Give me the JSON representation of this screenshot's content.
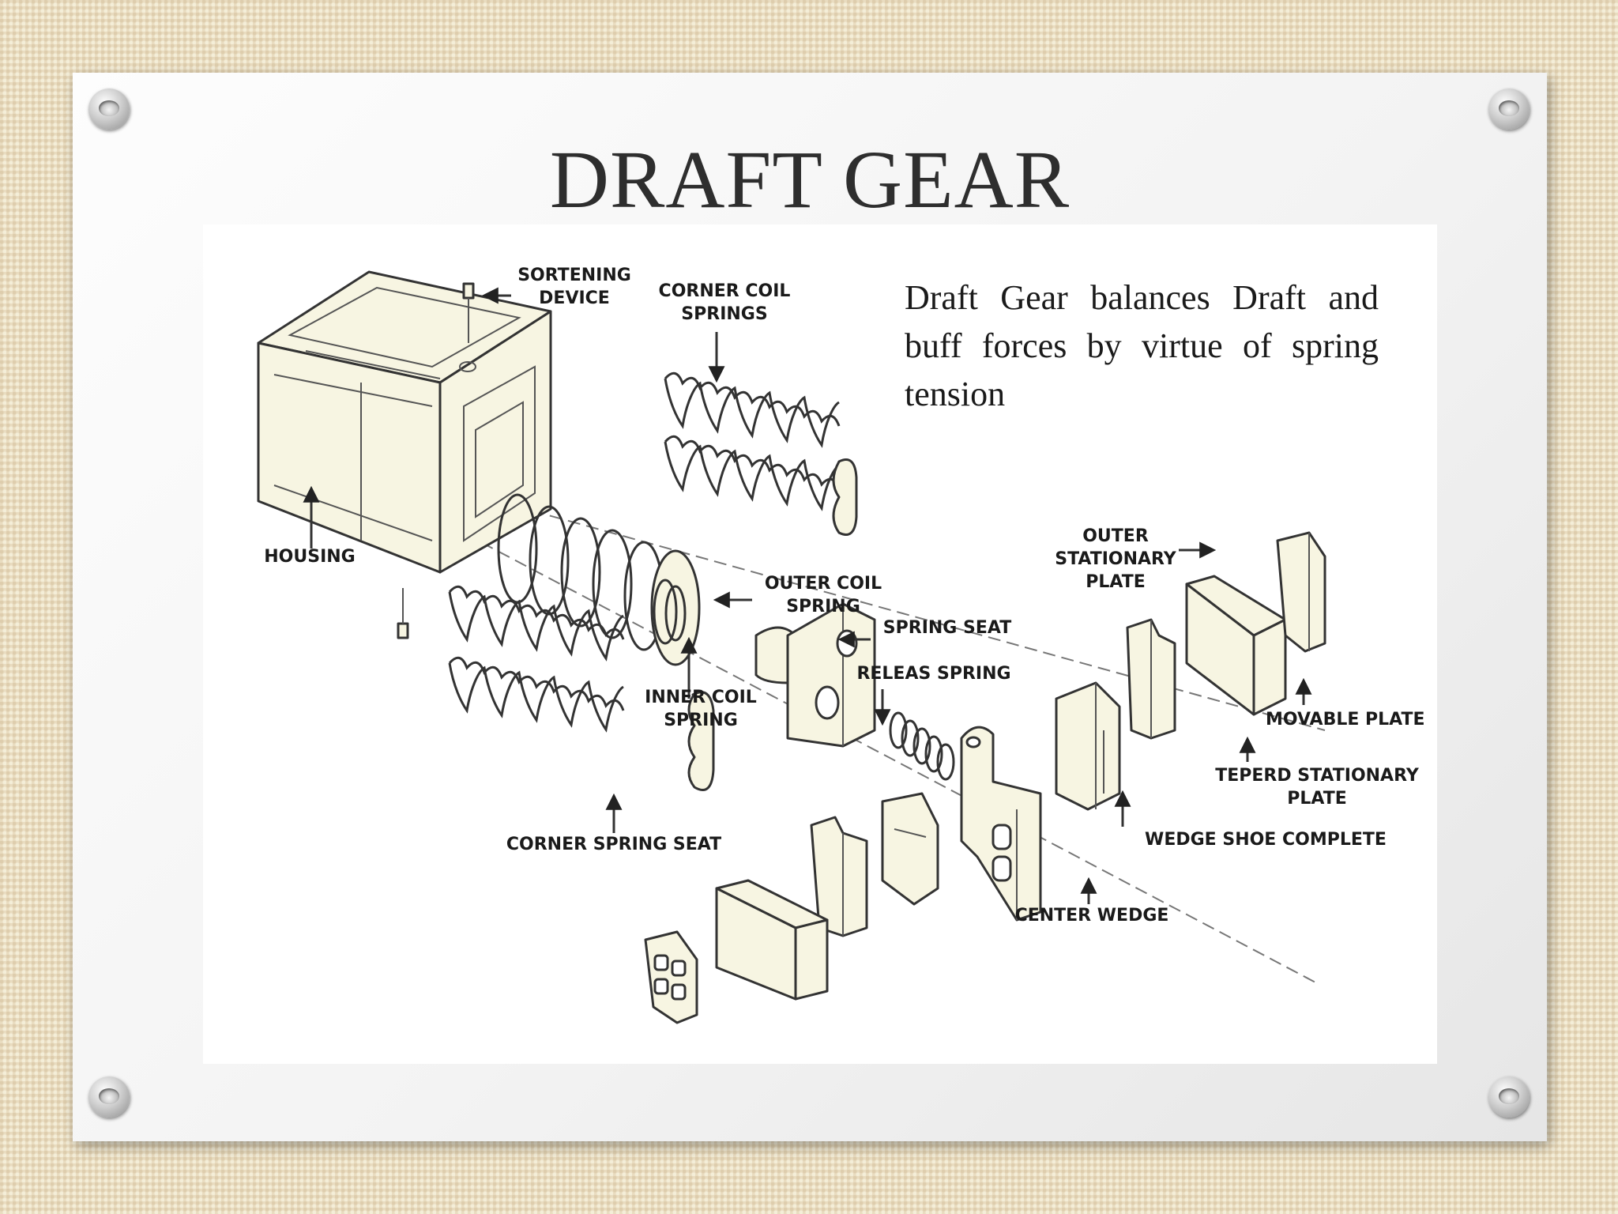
{
  "slide": {
    "title": "DRAFT GEAR",
    "description": "Draft Gear balances Draft and buff forces by virtue of spring tension"
  },
  "diagram": {
    "labels": {
      "sortening_device": "SORTENING DEVICE",
      "corner_coil_springs": "CORNER COIL SPRINGS",
      "housing": "HOUSING",
      "outer_coil_spring": "OUTER COIL SPRING",
      "spring_seat": "SPRING SEAT",
      "releas_spring": "RELEAS SPRING",
      "inner_coil_spring": "INNER COIL SPRING",
      "corner_spring_seat": "CORNER SPRING SEAT",
      "outer_stationary_plate": "OUTER STATIONARY PLATE",
      "movable_plate": "MOVABLE PLATE",
      "teperd_stationary_plate": "TEPERD STATIONARY PLATE",
      "wedge_shoe_complete": "WEDGE SHOE COMPLETE",
      "center_wedge": "CENTER WEDGE"
    }
  },
  "colors": {
    "background": "#e9dcc0",
    "slide": "#f7f7f7",
    "part_fill": "#f7f5e2",
    "ink": "#333333"
  }
}
